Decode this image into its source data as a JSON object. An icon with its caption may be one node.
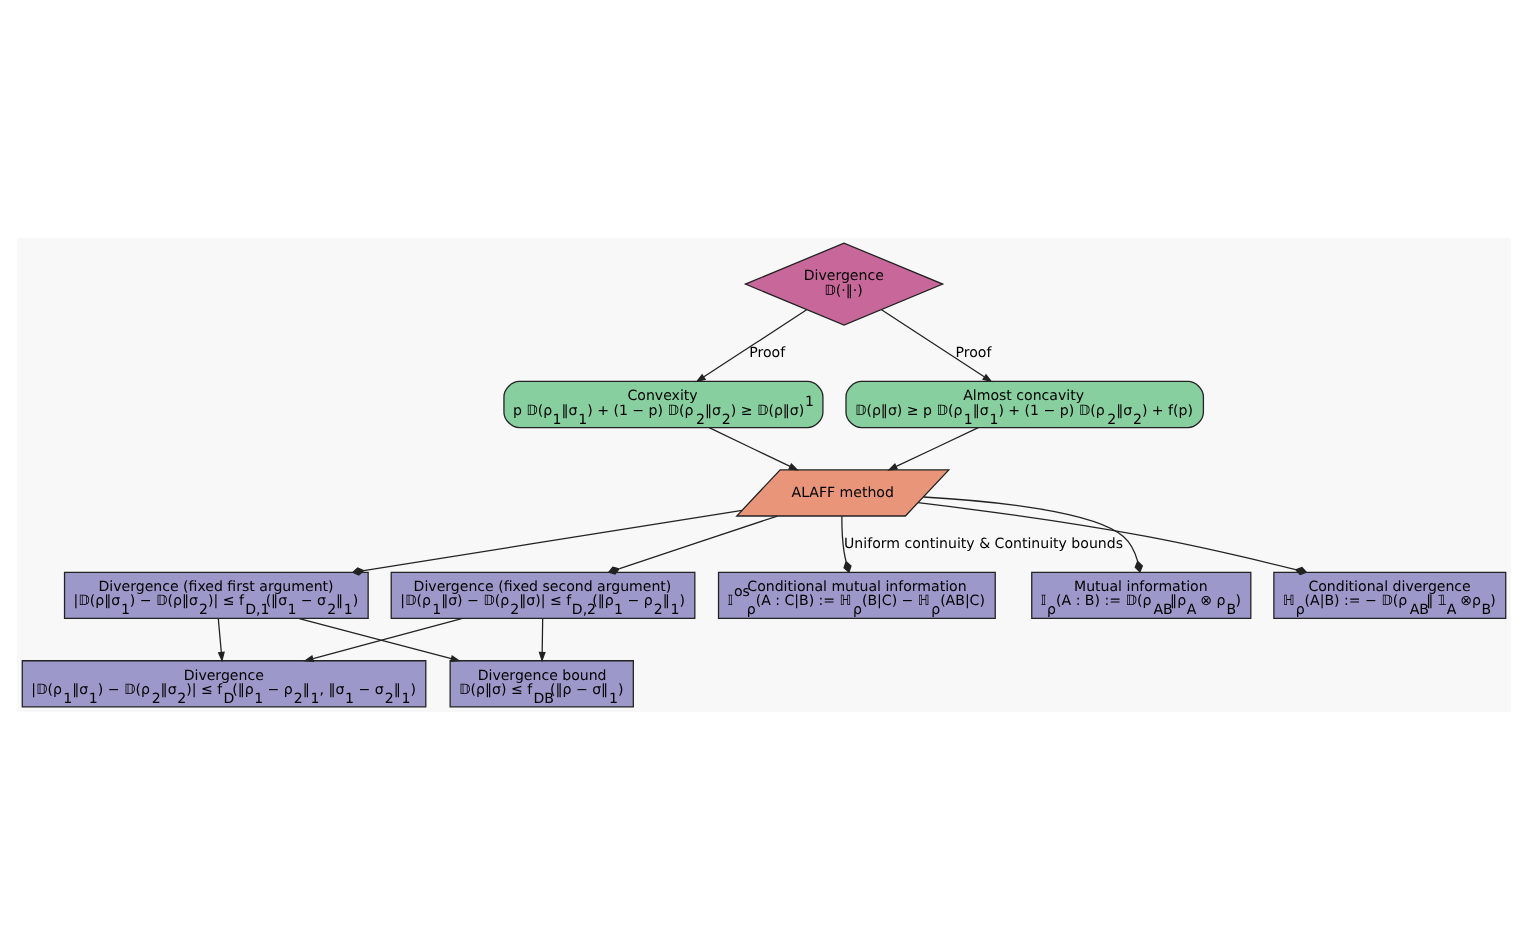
{
  "diagram": {
    "nodes": [
      {
        "text": [
          "Divergence",
          "𝔻(·‖·)"
        ]
      },
      {
        "text": [
          "Convexity",
          "p 𝔻(ρ$_{1}$‖σ$_{1}$) + (1 − p) 𝔻(ρ$_{2}$‖σ$_{2}$) ≥ 𝔻(ρ‖σ)$^{1}$"
        ]
      },
      {
        "text": [
          "Almost concavity",
          "𝔻(ρ‖σ) ≥ p 𝔻(ρ$_{1}$‖σ$_{1}$) + (1 − p) 𝔻(ρ$_{2}$‖σ$_{2}$) + f(p)"
        ]
      },
      {
        "text": [
          "ALAFF method"
        ]
      },
      {
        "text": [
          "Divergence (fixed first argument)",
          "|𝔻(ρ‖σ$_{1}$) − 𝔻(ρ‖σ$_{2}$)| ≤ f$_{D,1}$(‖σ$_{1}$ − σ$_{2}$‖$_{1}$)"
        ]
      },
      {
        "text": [
          "Divergence (fixed second argument)",
          "|𝔻(ρ$_{1}$‖σ) − 𝔻(ρ$_{2}$‖σ)| ≤ f$_{D,2}$(‖ρ$_{1}$ − ρ$_{2}$‖$_{1}$)"
        ]
      },
      {
        "text": [
          "Conditional mutual information",
          "𝕀$^{os}$$_{ρ}$(A : C|B) := ℍ$_{ρ}$(B|C) − ℍ$_{ρ}$(AB|C)"
        ]
      },
      {
        "text": [
          "Mutual information",
          "𝕀$_{ρ}$(A : B) := 𝔻(ρ$_{AB}$‖ρ$_{A}$ ⊗ ρ$_{B}$)"
        ]
      },
      {
        "text": [
          "Conditional divergence",
          "ℍ$_{ρ}$(A|B) := − 𝔻(ρ$_{AB}$‖ 𝟙$_{A}$ ⊗ρ$_{B}$)"
        ]
      },
      {
        "text": [
          "Divergence",
          "|𝔻(ρ$_{1}$‖σ$_{1}$) − 𝔻(ρ$_{2}$‖σ$_{2}$)| ≤ f$_{D}$(‖ρ$_{1}$ − ρ$_{2}$‖$_{1}$, ‖σ$_{1}$ − σ$_{2}$‖$_{1}$)"
        ]
      },
      {
        "text": [
          "Divergence bound",
          "𝔻(ρ‖σ) ≤ f$_{DB}$(‖ρ − σ‖$_{1}$)"
        ]
      }
    ],
    "edges": [
      {
        "from": 0,
        "to": 1,
        "arrow": "to",
        "label": "Proof"
      },
      {
        "from": 0,
        "to": 2,
        "arrow": "to",
        "label": "Proof"
      },
      {
        "from": 1,
        "to": 3,
        "arrow": "to"
      },
      {
        "from": 2,
        "to": 3,
        "arrow": "to"
      },
      {
        "from": 3,
        "to": 4,
        "arrow": "other"
      },
      {
        "from": 3,
        "to": 5,
        "arrow": "other"
      },
      {
        "from": 3,
        "to": 6,
        "arrow": "other",
        "label": "Uniform continuity & Continuity bounds"
      },
      {
        "from": 3,
        "to": 7,
        "arrow": "other"
      },
      {
        "from": 3,
        "to": 8,
        "arrow": "other"
      },
      {
        "from": 4,
        "to": 9,
        "arrow": "to"
      },
      {
        "from": 4,
        "to": 10,
        "arrow": "to"
      },
      {
        "from": 5,
        "to": 9,
        "arrow": "to"
      },
      {
        "from": 5,
        "to": 10,
        "arrow": "to"
      }
    ]
  }
}
